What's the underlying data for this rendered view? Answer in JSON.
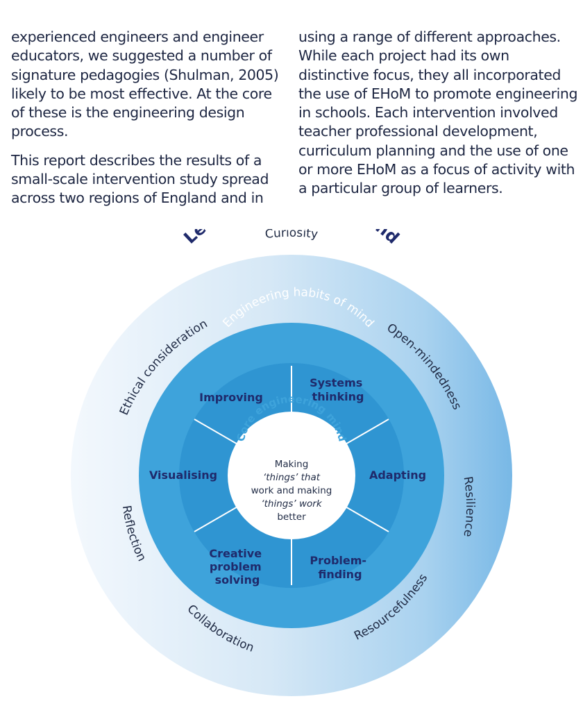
{
  "text": {
    "left_paragraphs": [
      "experienced engineers and engineer educators, we suggested a number of signature pedagogies (Shulman, 2005) likely to be most effective. At the core of these is the engineering design process.",
      "This report describes the results of a small-scale intervention study spread across two regions of England and in"
    ],
    "right_paragraph": "using a range of different approaches. While each project had its own distinctive focus, they all incorporated the use of EHoM to promote engineering in schools. Each intervention involved teacher professional development, curriculum planning and the use of one or more EHoM as a focus of activity with a particular group of learners."
  },
  "diagram": {
    "outer_title": "Learning habits of mind",
    "learning_habits": {
      "curiosity": "Curiosity",
      "open_mindedness": "Open-mindedness",
      "resilience": "Resilience",
      "resourcefulness": "Resourcefulness",
      "collaboration": "Collaboration",
      "reflection": "Reflection",
      "ethical_consideration": "Ethical consideration"
    },
    "middle_title": "Engineering habits of mind",
    "engineering_habits": {
      "improving": "Improving",
      "systems_thinking": [
        "Systems",
        "thinking"
      ],
      "adapting": "Adapting",
      "problem_finding": [
        "Problem-",
        "finding"
      ],
      "creative_problem_solving": [
        "Creative",
        "problem",
        "solving"
      ],
      "visualising": "Visualising"
    },
    "core_title": "Core engineering mind",
    "core_lines": [
      "Making",
      "‘things’ that",
      "work and making",
      "‘things’ work",
      "better"
    ],
    "colors": {
      "outer_ring_light": "#e8f1fa",
      "outer_ring_dark": "#2a8fd0",
      "middle_ring": "#3ea3db",
      "inner_circle": "#ffffff",
      "dark_navy": "#1f2a6b",
      "white_text": "#ffffff",
      "core_title": "#3ea3db"
    }
  }
}
